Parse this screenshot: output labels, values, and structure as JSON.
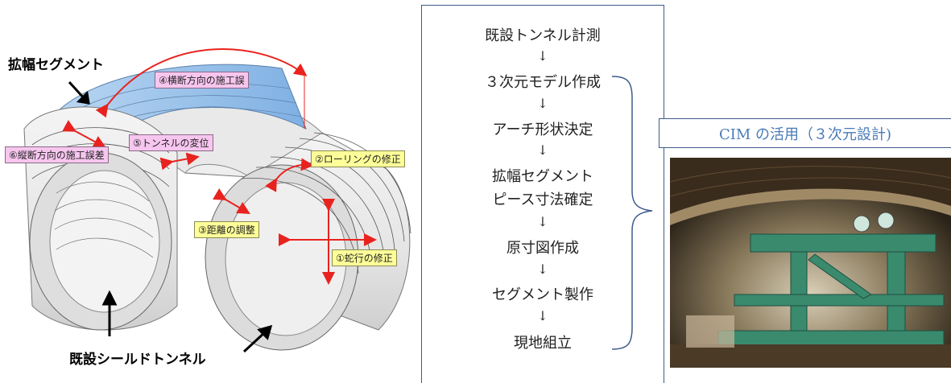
{
  "diagram": {
    "labels": {
      "widening_segment": "拡幅セグメント",
      "existing_tunnel": "既設シールドトンネル"
    },
    "annotations": {
      "a4": "④横断方向の施工誤",
      "a5": "⑤トンネルの変位",
      "a6": "⑥縦断方向の施工誤差",
      "a2": "②ローリングの修正",
      "a3": "③距離の調整",
      "a1": "①蛇行の修正"
    },
    "colors": {
      "pink": "#f7c6ef",
      "yellow": "#ffff99",
      "arrow": "#e8231f",
      "segment": "#8fb8e6"
    }
  },
  "flow": {
    "steps": [
      "既設トンネル計測",
      "３次元モデル作成",
      "アーチ形状決定",
      "拡幅セグメント",
      "ピース寸法確定",
      "原寸図作成",
      "セグメント製作",
      "現地組立"
    ],
    "arrow": "↓"
  },
  "cim": {
    "label": "CIM の活用（３次元設計)"
  },
  "photo": {
    "icon": "tunnel-construction-photo"
  }
}
